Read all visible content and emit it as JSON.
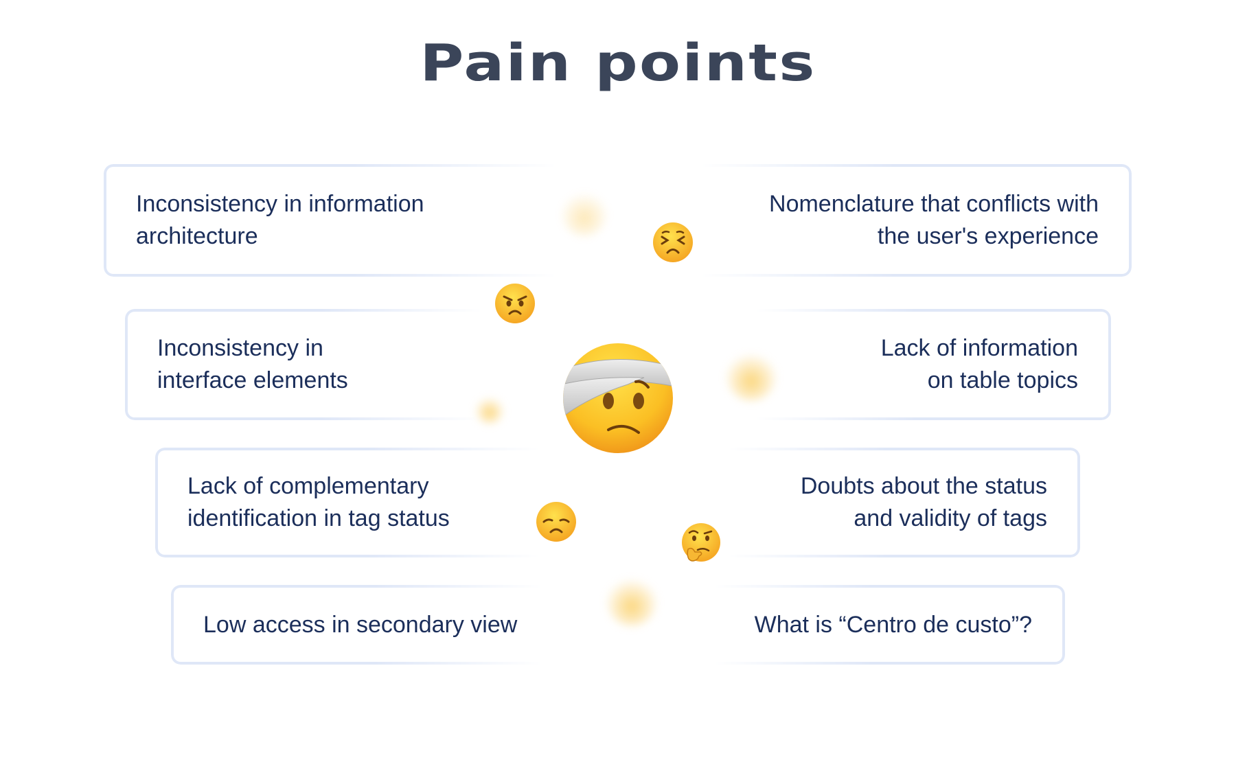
{
  "page": {
    "title": "Pain points"
  },
  "pain_points": {
    "left": [
      {
        "text": "Inconsistency in information\narchitecture"
      },
      {
        "text": "Inconsistency in\ninterface elements"
      },
      {
        "text": "Lack of complementary\nidentification in tag status"
      },
      {
        "text": "Low access in secondary view"
      }
    ],
    "right": [
      {
        "text": "Nomenclature that conflicts with\nthe user's experience"
      },
      {
        "text": "Lack of information\non table topics"
      },
      {
        "text": "Doubts about the status\nand validity of tags"
      },
      {
        "text": "What is “Centro de custo”?"
      }
    ]
  },
  "emojis": [
    {
      "name": "face-with-head-bandage",
      "role": "center"
    },
    {
      "name": "persevering-face"
    },
    {
      "name": "pouting-angry-face"
    },
    {
      "name": "disappointed-face"
    },
    {
      "name": "thinking-face"
    }
  ],
  "colors": {
    "title": "#3b4559",
    "text": "#1b2e5a",
    "card_border": "#dfe7f7",
    "emoji_yellow": "#fcc21b"
  }
}
